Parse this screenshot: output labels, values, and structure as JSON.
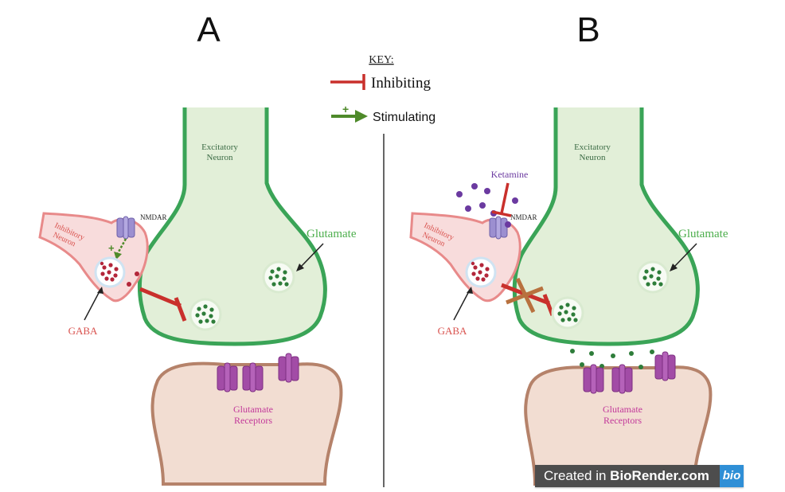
{
  "panels": {
    "a": {
      "letter": "A"
    },
    "b": {
      "letter": "B"
    }
  },
  "key": {
    "title": "KEY:",
    "inhibiting": "Inhibiting",
    "stimulating": "Stimulating",
    "plus": "+"
  },
  "labels": {
    "excitatory_line1": "Excitatory",
    "excitatory_line2": "Neuron",
    "inhibitory_line1": "Inhibitory",
    "inhibitory_line2": "Neuron",
    "nmdar": "NMDAR",
    "glutamate": "Glutamate",
    "gaba": "GABA",
    "receptors_line1": "Glutamate",
    "receptors_line2": "Receptors",
    "ketamine": "Ketamine",
    "plus": "+"
  },
  "credit": {
    "prefix": "Created in ",
    "brand": "BioRender.com",
    "logo": "bio"
  },
  "colors": {
    "excitatory_fill": "#e2efd8",
    "excitatory_stroke": "#3aa457",
    "inhibitory_fill": "#f8dcdc",
    "inhibitory_stroke": "#e88a8a",
    "post_fill": "#f2ddd2",
    "post_stroke": "#b5826a",
    "inhibit_red": "#c9302c",
    "stimulate_green": "#4e8a2a",
    "glutamate_dot": "#2e7d3a",
    "gaba_dot": "#b3263a",
    "receptor_purple": "#a24ca6",
    "ketamine_purple": "#6b3aa0",
    "label_magenta": "#c2389a",
    "label_red": "#d9534f",
    "label_green": "#4cae4c",
    "block_x": "#b8713e"
  }
}
